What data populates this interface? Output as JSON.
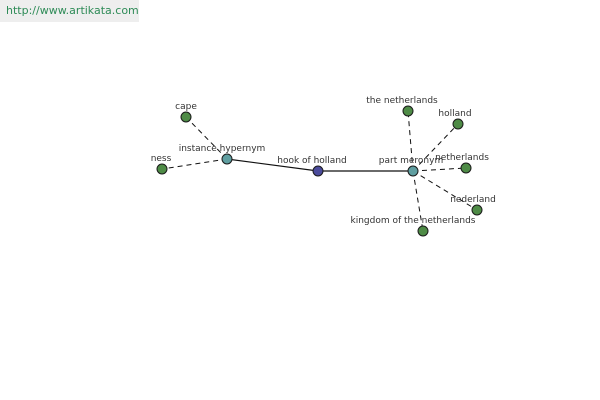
{
  "source_url": "http://www.artikata.com",
  "colors": {
    "center_node": "#4b4b9b",
    "relation_node": "#5f9ea0",
    "leaf_node": "#4e8b46",
    "edge": "#111111",
    "url_text": "#2e8b57"
  },
  "graph": {
    "center": {
      "label": "hook of holland"
    },
    "hypernym": {
      "relation": {
        "label": "instance hypernym"
      },
      "leaves": [
        {
          "label": "cape"
        },
        {
          "label": "ness"
        }
      ]
    },
    "meronym": {
      "relation": {
        "label": "part meronym"
      },
      "leaves": [
        {
          "label": "the netherlands"
        },
        {
          "label": "holland"
        },
        {
          "label": "netherlands"
        },
        {
          "label": "nederland"
        },
        {
          "label": "kingdom of the netherlands"
        }
      ]
    }
  }
}
